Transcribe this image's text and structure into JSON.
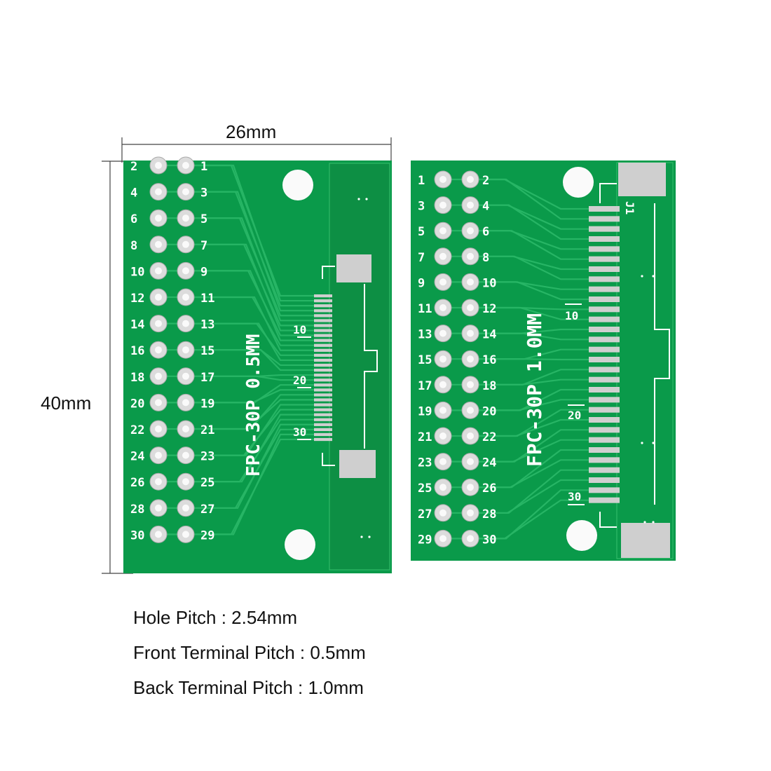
{
  "dimensions": {
    "width_label": "26mm",
    "height_label": "40mm"
  },
  "left_board": {
    "silkscreen_title": "FPC-30P 0.5MM",
    "marker_labels": [
      "10",
      "20",
      "30"
    ],
    "left_column_pins": [
      "2",
      "4",
      "6",
      "8",
      "10",
      "12",
      "14",
      "16",
      "18",
      "20",
      "22",
      "24",
      "26",
      "28",
      "30"
    ],
    "right_column_pins": [
      "1",
      "3",
      "5",
      "7",
      "9",
      "11",
      "13",
      "15",
      "17",
      "19",
      "21",
      "23",
      "25",
      "27",
      "29"
    ]
  },
  "right_board": {
    "silkscreen_title": "FPC-30P 1.0MM",
    "connector_ref": "J1",
    "marker_labels": [
      "10",
      "20",
      "30"
    ],
    "left_column_pins": [
      "1",
      "3",
      "5",
      "7",
      "9",
      "11",
      "13",
      "15",
      "17",
      "19",
      "21",
      "23",
      "25",
      "27",
      "29"
    ],
    "right_column_pins": [
      "2",
      "4",
      "6",
      "8",
      "10",
      "12",
      "14",
      "16",
      "18",
      "20",
      "22",
      "24",
      "26",
      "28",
      "30"
    ]
  },
  "specs": {
    "hole_pitch": "Hole Pitch : 2.54mm",
    "front_terminal_pitch": "Front Terminal Pitch : 0.5mm",
    "back_terminal_pitch": "Back Terminal Pitch : 1.0mm"
  },
  "colors": {
    "pcb_green": "#0a9a4a",
    "trace_green": "#1fb05c",
    "pad_silver": "#c9c9c9"
  }
}
